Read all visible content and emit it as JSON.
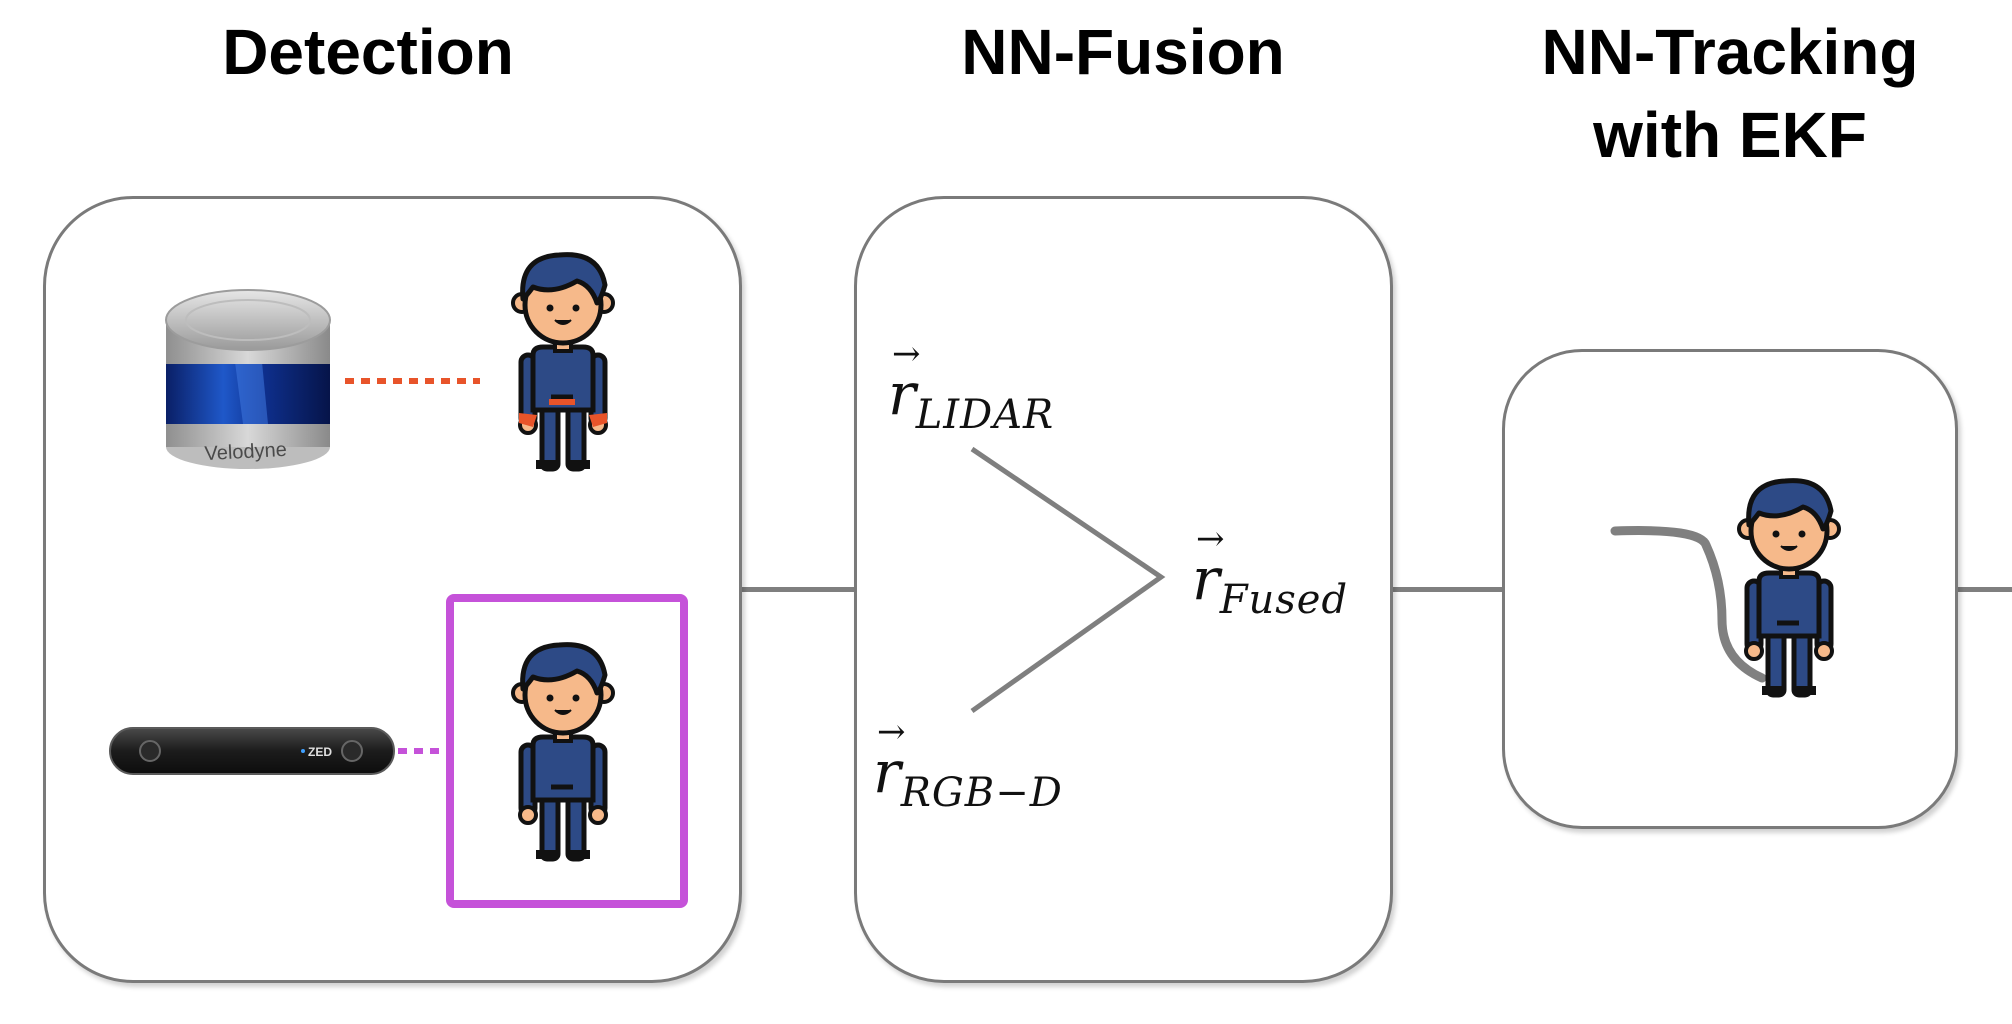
{
  "titles": {
    "detection": "Detection",
    "fusion": "NN-Fusion",
    "tracking_line1": "NN-Tracking",
    "tracking_line2": "with EKF"
  },
  "symbols": {
    "lidar": {
      "base": "r",
      "sub": "LIDAR"
    },
    "rgbd": {
      "base": "r",
      "sub": "RGB−D"
    },
    "fused": {
      "base": "r",
      "sub": "Fused"
    }
  },
  "logos": {
    "lidar_brand": "Velodyne",
    "camera_brand": "ZED"
  },
  "colors": {
    "panel_border": "#7a7a7a",
    "connector": "#7f7f7f",
    "lidar_link": "#e8542a",
    "camera_link": "#c552d9",
    "detection_box": "#c552d9",
    "person_body": "#2d4a86",
    "person_skin": "#f6b98a",
    "person_outline": "#111111",
    "track_path": "#808080"
  },
  "icons": {
    "lidar_sensor": "velodyne-lidar-icon",
    "depth_camera": "zed-stereo-camera-icon",
    "person": "person-icon"
  }
}
